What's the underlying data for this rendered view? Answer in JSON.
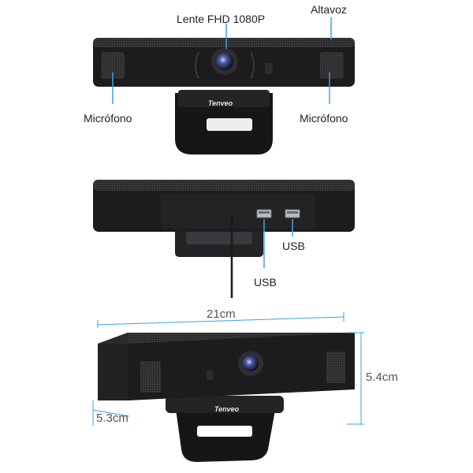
{
  "labels": {
    "lens": "Lente FHD 1080P",
    "speaker": "Altavoz",
    "mic_left": "Micrófono",
    "mic_right": "Micrófono",
    "usb_right": "USB",
    "usb_bottom": "USB",
    "brand_top": "Tenveo",
    "brand_bottom": "Tenveo"
  },
  "dimensions": {
    "width": "21cm",
    "height": "5.4cm",
    "depth": "5.3cm"
  },
  "colors": {
    "callout_line": "#3aa6e0",
    "body": "#1c1c1e",
    "body_top": "#2a2a2d"
  }
}
